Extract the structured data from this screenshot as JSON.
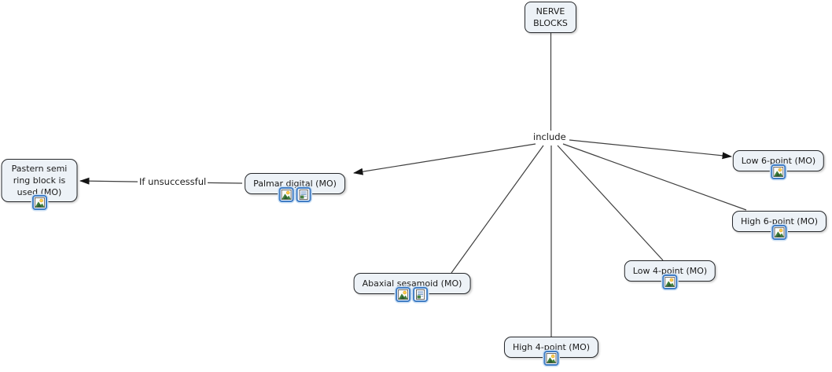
{
  "app": {
    "kind": "concept-map",
    "background": "#ffffff"
  },
  "palette": {
    "node_fill": "#edf2f7",
    "node_border": "#26282b",
    "line_color": "#3f3f3f",
    "text_color": "#1b1b1b",
    "resource_button_border": "#3f7cc4"
  },
  "nodes": [
    {
      "id": "nerve-blocks",
      "label": "NERVE BLOCKS",
      "resources": []
    },
    {
      "id": "low-6-point",
      "label": "Low 6-point (MO)",
      "resources": [
        "image"
      ]
    },
    {
      "id": "high-6-point",
      "label": "High 6-point (MO)",
      "resources": [
        "image"
      ]
    },
    {
      "id": "low-4-point",
      "label": "Low 4-point (MO)",
      "resources": [
        "image"
      ]
    },
    {
      "id": "high-4-point",
      "label": "High 4-point (MO)",
      "resources": [
        "image"
      ]
    },
    {
      "id": "abaxial-sesamoid",
      "label": "Abaxial sesamoid (MO)",
      "resources": [
        "image",
        "document"
      ]
    },
    {
      "id": "palmar-digital",
      "label": "Palmar digital (MO)",
      "resources": [
        "image",
        "document"
      ]
    },
    {
      "id": "pastern-semi-ring",
      "label": "Pastern semi ring block is used (MO)",
      "resources": [
        "image"
      ]
    }
  ],
  "links": [
    {
      "from": "NERVE BLOCKS",
      "label": "include",
      "to": [
        "Palmar digital (MO)",
        "Abaxial sesamoid (MO)",
        "High 4-point (MO)",
        "Low 4-point (MO)",
        "High 6-point (MO)",
        "Low 6-point (MO)"
      ],
      "arrowheads_to": [
        "Palmar digital (MO)",
        "Low 6-point (MO)"
      ]
    },
    {
      "from": "Palmar digital (MO)",
      "label": "If unsuccessful",
      "to": [
        "Pastern semi ring block is used (MO)"
      ],
      "arrowheads_to": [
        "Pastern semi ring block is used (MO)"
      ]
    }
  ]
}
